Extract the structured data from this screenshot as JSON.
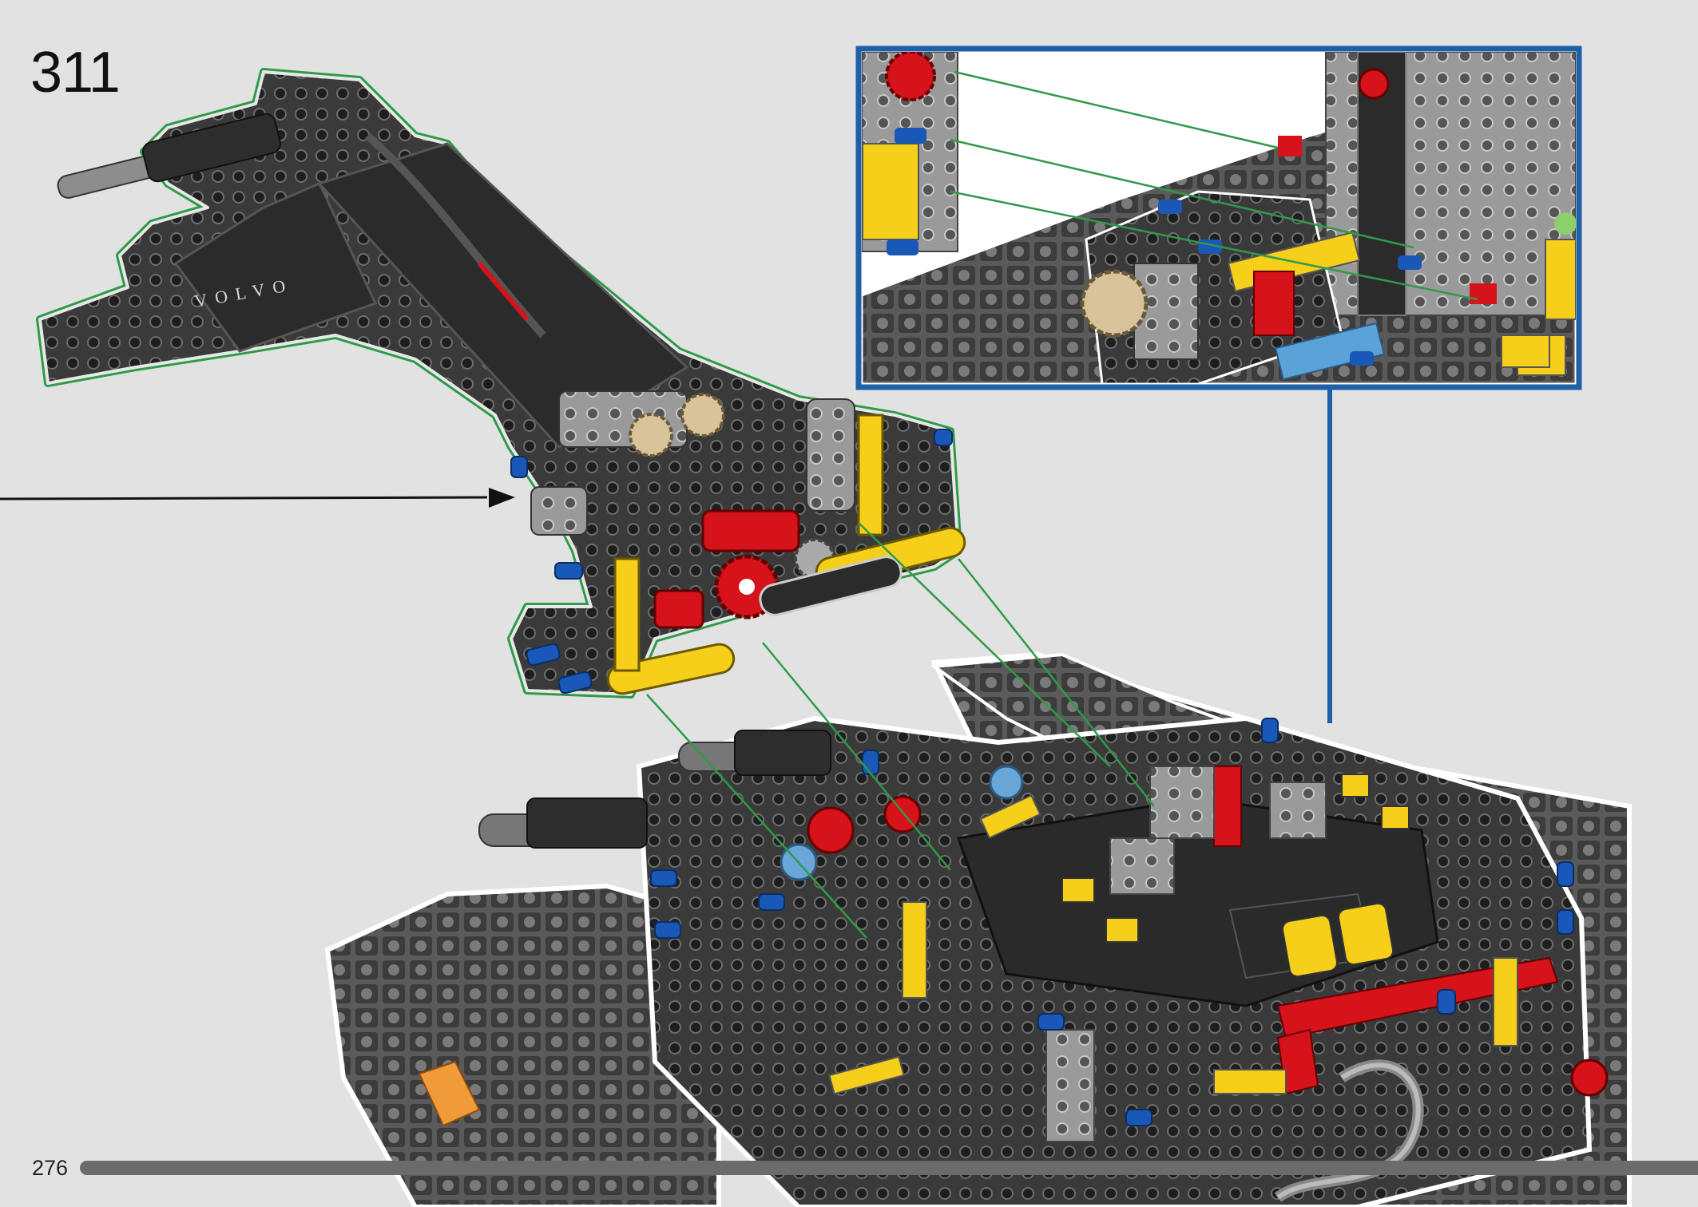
{
  "step": {
    "number": "311"
  },
  "footer": {
    "page_number": "276",
    "progress_fraction": 1.0
  },
  "brand": {
    "boom_logo_text": "VOLVO"
  },
  "colors": {
    "background": "#e2e2e2",
    "callout_border": "#1f5fa8",
    "callout_bg": "#ffffff",
    "connector_line": "#2f9a4a",
    "outline_highlight": "#2f9a4a",
    "arrow": "#111111",
    "part_dark": "#2b2b2b",
    "part_grey": "#8c8c8c",
    "part_yellow": "#f5cf1a",
    "part_red": "#d6121a",
    "part_blue": "#1a58b8",
    "progress_fill": "#6b6b6b"
  },
  "icons": {
    "insert_arrow": "right-arrow-icon",
    "callout": "zoom-callout-box"
  }
}
